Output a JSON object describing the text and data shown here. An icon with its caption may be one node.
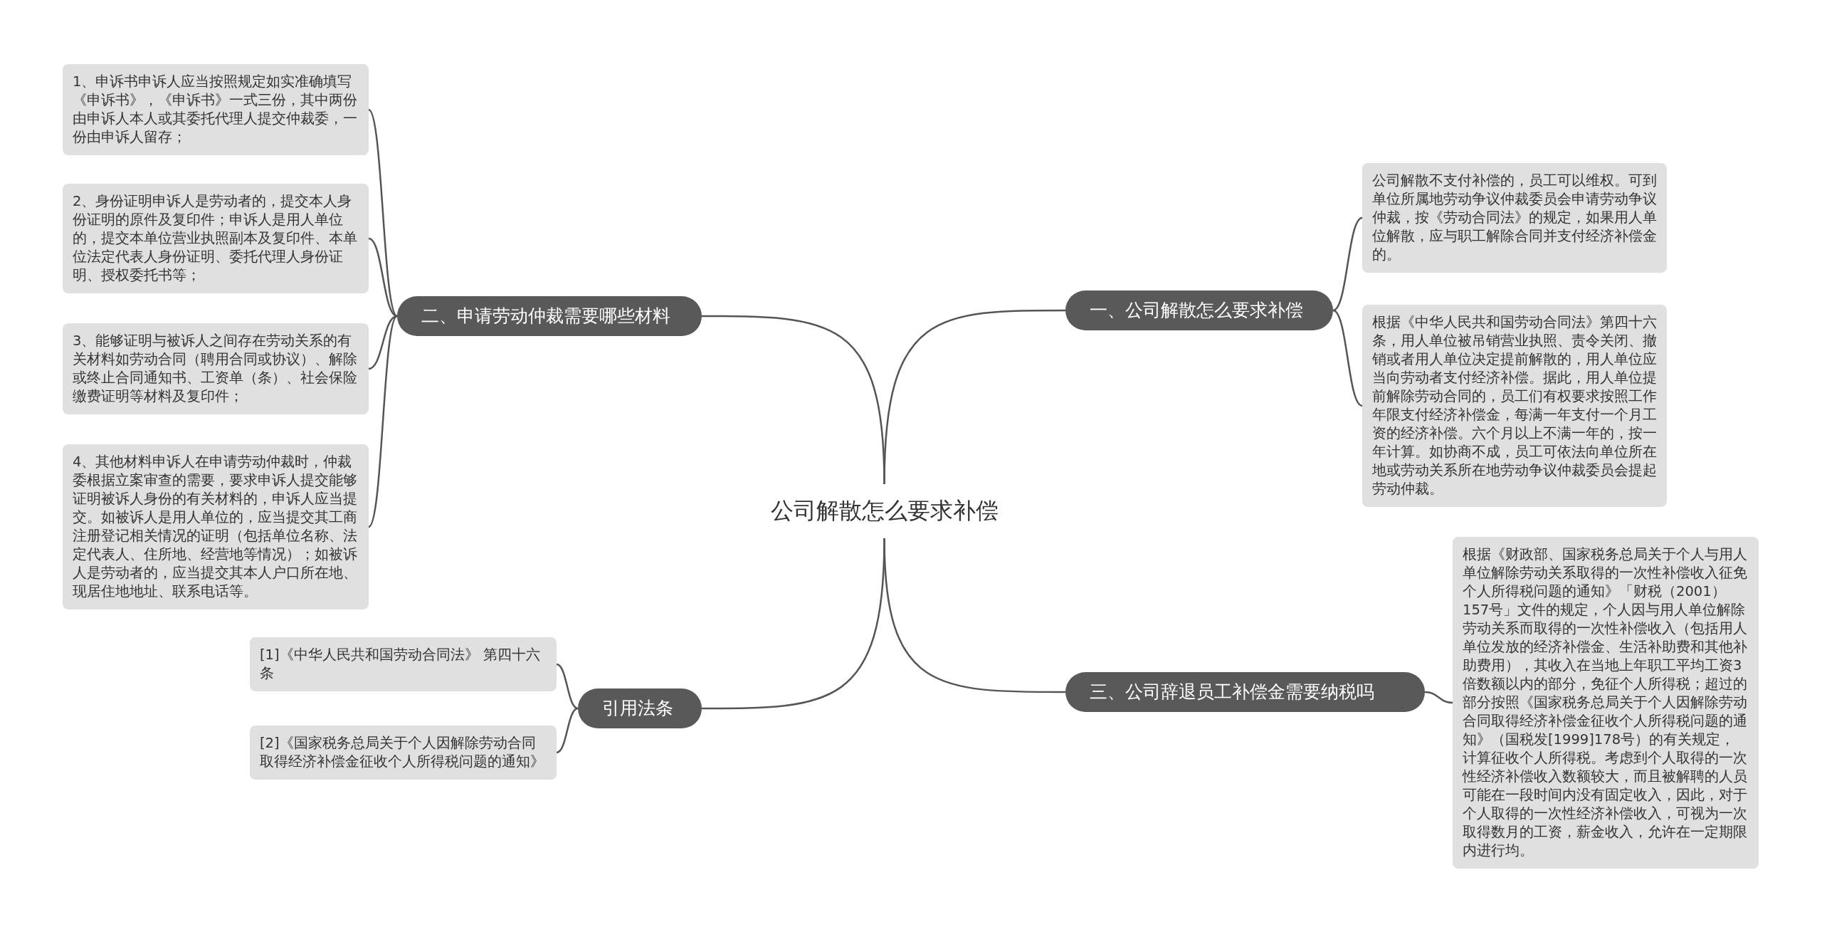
{
  "diagram": {
    "nodes": [
      {
        "text": [
          "公司解散怎么要求补偿"
        ]
      },
      {
        "text": [
          "一、公司解散怎么要求补偿"
        ]
      },
      {
        "text": [
          "公司解散不支付补偿的，员工可以维权。可到单位所属地劳动争议仲裁委员会申请劳动争议仲裁，按《劳动合同法》的规定，如果用人单位解散，应与职工解除合同并支付经济补偿金的。"
        ]
      },
      {
        "text": [
          "根据《中华人民共和国劳动合同法》第四十六条，用人单位被吊销营业执照、责令关闭、撤销或者用人单位决定提前解散的，用人单位应当向劳动者支付经济补偿。据此，用人单位提前解除劳动合同的，员工们有权要求按照工作年限支付经济补偿金，每满一年支付一个月工资的经济补偿。六个月以上不满一年的，按一年计算。如协商不成，员工可依法向单位所在地或劳动关系所在地劳动争议仲裁委员会提起劳动仲裁。"
        ]
      },
      {
        "text": [
          "二、申请劳动仲裁需要哪些材料"
        ]
      },
      {
        "text": [
          "1、申诉书申诉人应当按照规定如实准确填写《申诉书》，《申诉书》一式三份，其中两份由申诉人本人或其委托代理人提交仲裁委，一份由申诉人留存；"
        ]
      },
      {
        "text": [
          "2、身份证明申诉人是劳动者的，提交本人身份证明的原件及复印件；申诉人是用人单位的，提交本单位营业执照副本及复印件、本单位法定代表人身份证明、委托代理人身份证明、授权委托书等；"
        ]
      },
      {
        "text": [
          "3、能够证明与被诉人之间存在劳动关系的有关材料如劳动合同（聘用合同或协议）、解除或终止合同通知书、工资单（条）、社会保险缴费证明等材料及复印件；"
        ]
      },
      {
        "text": [
          "4、其他材料申诉人在申请劳动仲裁时，仲裁委根据立案审查的需要，要求申诉人提交能够证明被诉人身份的有关材料的，申诉人应当提交。如被诉人是用人单位的，应当提交其工商注册登记相关情况的证明（包括单位名称、法定代表人、住所地、经营地等情况）；如被诉人是劳动者的，应当提交其本人户口所在地、现居住地地址、联系电话等。"
        ]
      },
      {
        "text": [
          "三、公司辞退员工补偿金需要纳税吗"
        ]
      },
      {
        "text": [
          "根据《财政部、国家税务总局关于个人与用人单位解除劳动关系取得的一次性补偿收入征免个人所得税问题的通知》「财税（2001）157号」文件的规定，个人因与用人单位解除劳动关系而取得的一次性补偿收入（包括用人单位发放的经济补偿金、生活补助费和其他补助费用），其收入在当地上年职工平均工资3倍数额以内的部分，免征个人所得税；超过的部分按照《国家税务总局关于个人因解除劳动合同取得经济补偿金征收个人所得税问题的通知》（国税发[1999]178号）的有关规定，计算征收个人所得税。考虑到个人取得的一次性经济补偿收入数额较大，而且被解聘的人员可能在一段时间内没有固定收入，因此，对于个人取得的一次性经济补偿收入，可视为一次取得数月的工资，薪金收入，允许在一定期限内进行均。"
        ]
      },
      {
        "text": [
          "引用法条"
        ]
      },
      {
        "text": [
          "[1]《中华人民共和国劳动合同法》 第四十六条"
        ]
      },
      {
        "text": [
          "[2]《国家税务总局关于个人因解除劳动合同取得经济补偿金征收个人所得税问题的通知》"
        ]
      }
    ],
    "edges": [
      {
        "from": 0,
        "to": 1,
        "arrow": "none"
      },
      {
        "from": 1,
        "to": 2,
        "arrow": "none"
      },
      {
        "from": 1,
        "to": 3,
        "arrow": "none"
      },
      {
        "from": 0,
        "to": 4,
        "arrow": "none"
      },
      {
        "from": 4,
        "to": 5,
        "arrow": "none"
      },
      {
        "from": 4,
        "to": 6,
        "arrow": "none"
      },
      {
        "from": 4,
        "to": 7,
        "arrow": "none"
      },
      {
        "from": 4,
        "to": 8,
        "arrow": "none"
      },
      {
        "from": 0,
        "to": 9,
        "arrow": "none"
      },
      {
        "from": 9,
        "to": 10,
        "arrow": "none"
      },
      {
        "from": 0,
        "to": 11,
        "arrow": "none"
      },
      {
        "from": 11,
        "to": 12,
        "arrow": "none"
      },
      {
        "from": 11,
        "to": 13,
        "arrow": "none"
      }
    ]
  }
}
